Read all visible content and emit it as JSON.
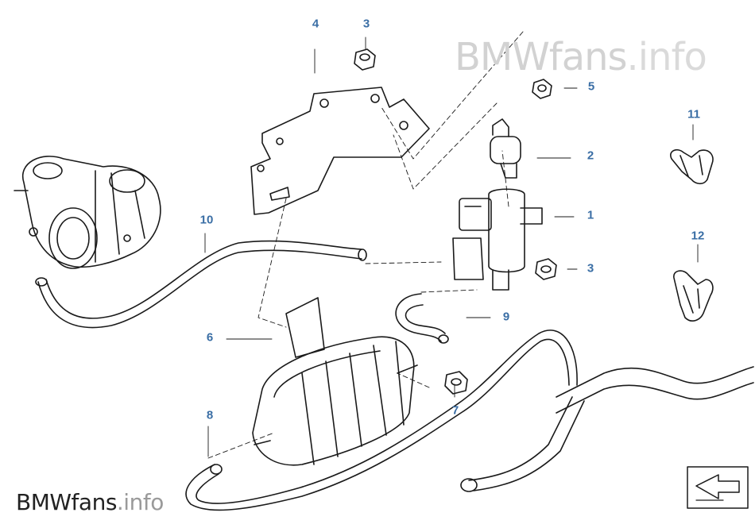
{
  "watermark": {
    "brand": "BMWfans",
    "ext": ".info"
  },
  "callouts": [
    {
      "id": "4",
      "text": "4"
    },
    {
      "id": "3a",
      "text": "3"
    },
    {
      "id": "5",
      "text": "5"
    },
    {
      "id": "2",
      "text": "2"
    },
    {
      "id": "1",
      "text": "1"
    },
    {
      "id": "3b",
      "text": "3"
    },
    {
      "id": "11",
      "text": "11"
    },
    {
      "id": "12",
      "text": "12"
    },
    {
      "id": "10",
      "text": "10"
    },
    {
      "id": "9",
      "text": "9"
    },
    {
      "id": "6",
      "text": "6"
    },
    {
      "id": "7",
      "text": "7"
    },
    {
      "id": "8",
      "text": "8"
    }
  ],
  "colors": {
    "callout": "#3a6ea5",
    "line": "#1a1a1a",
    "watermark": "#d2d2d2"
  },
  "icons": {
    "nav": "turn-left-arrow-icon"
  }
}
